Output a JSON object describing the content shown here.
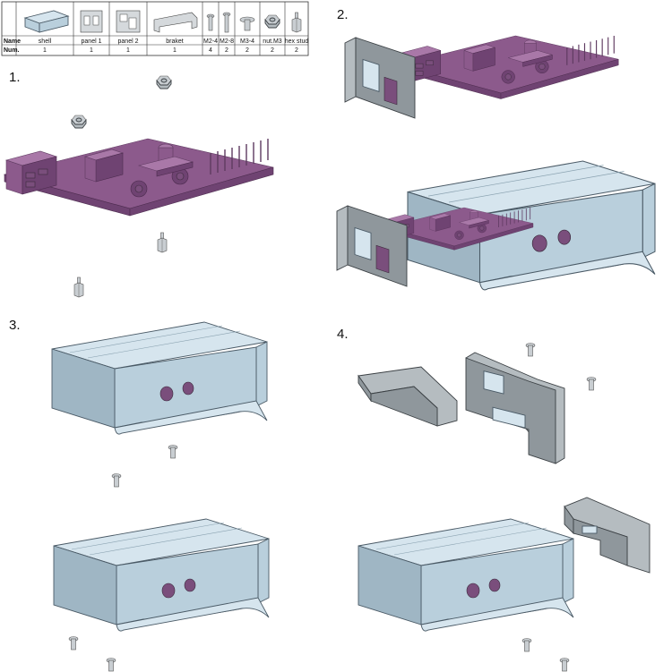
{
  "parts_table": {
    "row_headers": [
      "Name",
      "Num."
    ],
    "columns": [
      {
        "name": "shell",
        "num": "1",
        "icon": "shell-icon"
      },
      {
        "name": "panel 1",
        "num": "1",
        "icon": "panel-icon"
      },
      {
        "name": "panel 2",
        "num": "1",
        "icon": "panel-icon"
      },
      {
        "name": "braket",
        "num": "1",
        "icon": "bracket-icon"
      },
      {
        "name": "M2-4",
        "num": "4",
        "icon": "screw-icon"
      },
      {
        "name": "M2-8",
        "num": "2",
        "icon": "screw-icon"
      },
      {
        "name": "M3-4",
        "num": "2",
        "icon": "screw-icon"
      },
      {
        "name": "nut.M3",
        "num": "2",
        "icon": "nut-icon"
      },
      {
        "name": "hex stud",
        "num": "2",
        "icon": "hex-stud-icon"
      }
    ]
  },
  "steps": [
    "1.",
    "2.",
    "3.",
    "4."
  ],
  "colors": {
    "board": "#8c5a8c",
    "shell": "#b9cfdc",
    "panel": "#8f979c",
    "hardware": "#c9ced2"
  }
}
